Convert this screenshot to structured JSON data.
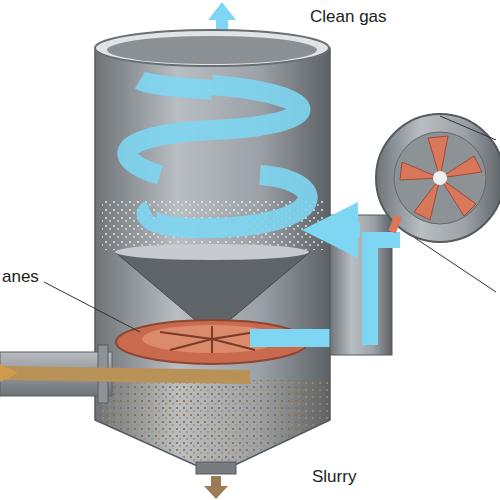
{
  "diagram": {
    "labels": [
      "Clean gas",
      "anes",
      "Slurry"
    ]
  }
}
